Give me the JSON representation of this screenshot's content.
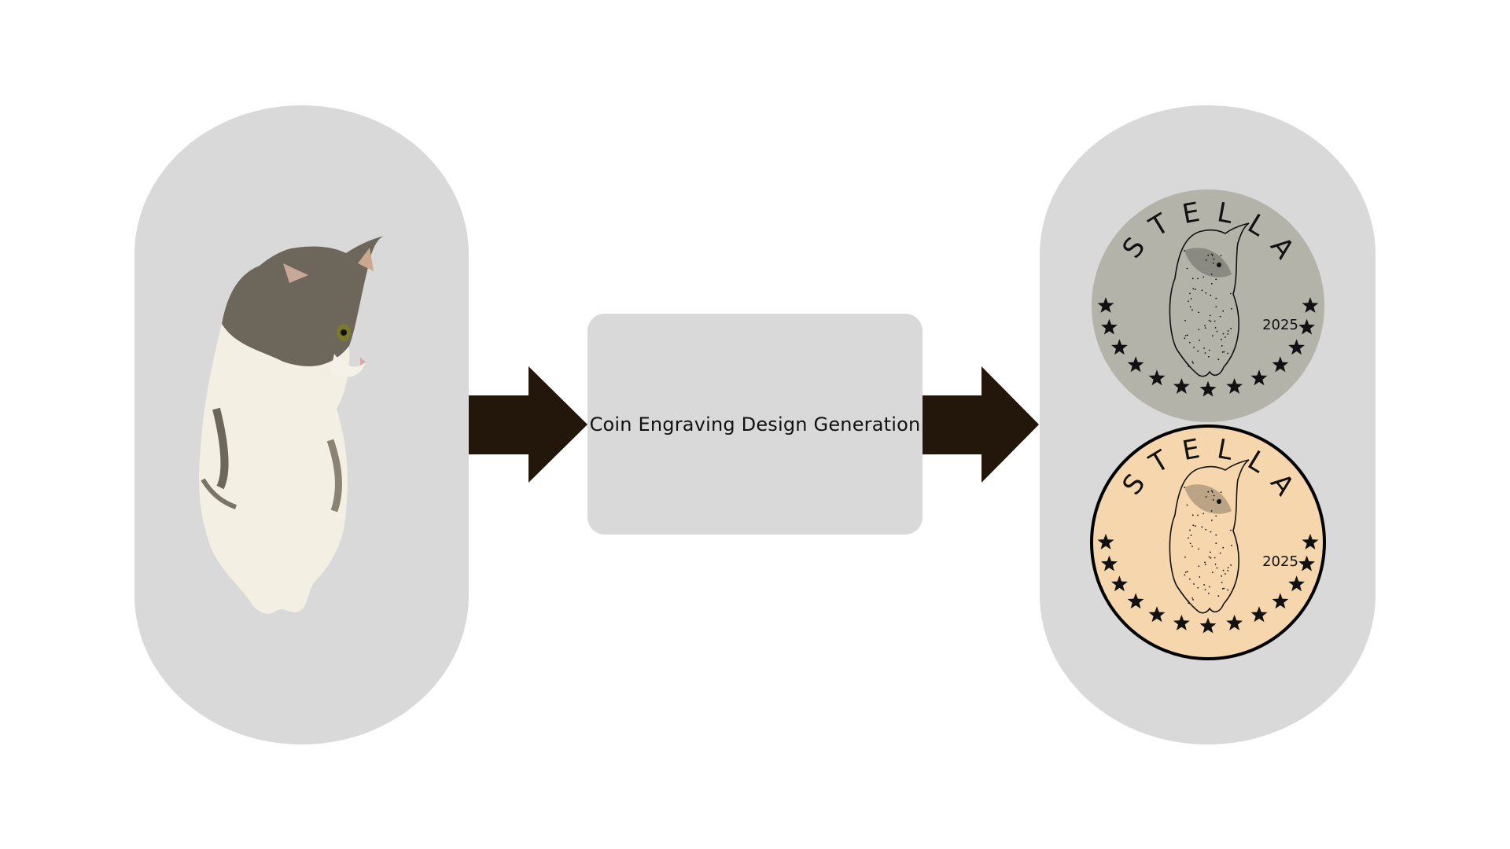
{
  "input": {
    "image": "cat-photo"
  },
  "process": {
    "label": "Coin Engraving Design Generation"
  },
  "output": {
    "coins": [
      {
        "label": "STELLA",
        "year": "2025",
        "fill": "#b3b3aa",
        "rim": "none",
        "star_count": 13
      },
      {
        "label": "STELLA",
        "year": "2025",
        "fill": "#f5d6ad",
        "rim": "#000000",
        "star_count": 13
      }
    ]
  },
  "colors": {
    "container": "#d9d9d9",
    "arrow": "#22170a"
  }
}
